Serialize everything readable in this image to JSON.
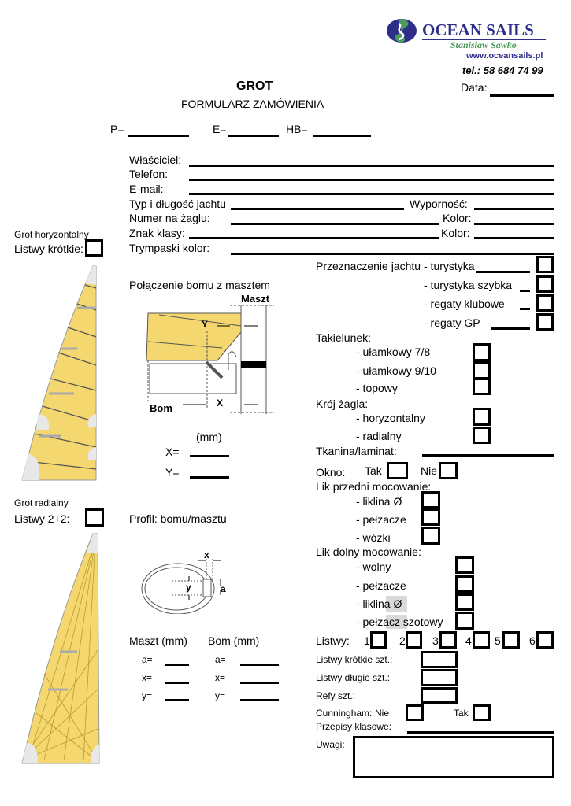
{
  "header": {
    "logo_text": "OCEAN SAILS",
    "logo_subtitle": "Stanisław Sawko",
    "website": "www.oceansails.pl",
    "phone": "tel.: 58  684 74 99",
    "date_label": "Data:",
    "title": "GROT",
    "subtitle": "FORMULARZ ZAMÓWIENIA",
    "colors": {
      "brand_blue": "#2e2e8a",
      "brand_green": "#4a9a5a"
    }
  },
  "dims": {
    "p": "P=",
    "e": "E=",
    "hb": "HB="
  },
  "owner": {
    "owner": "Właściciel:",
    "phone": "Telefon:",
    "email": "E-mail:",
    "yacht_type": "Typ i długość jachtu",
    "displacement": "Wyporność:",
    "sail_number": "Numer na żaglu:",
    "color1": "Kolor:",
    "class_sign": "Znak klasy:",
    "color2": "Kolor:",
    "trim": "Trympaski kolor:"
  },
  "left": {
    "horizontal_title": "Grot horyzontalny",
    "short_battens": "Listwy krótkie:",
    "radial_title": "Grot radialny",
    "battens_22": "Listwy 2+2:"
  },
  "middle": {
    "boom_mast": "Połączenie bomu z masztem",
    "maszt": "Maszt",
    "bom": "Bom",
    "y_lbl": "Y",
    "x_lbl": "X",
    "mm": "(mm)",
    "x_eq": "X=",
    "y_eq": "Y=",
    "profile": "Profil: bomu/masztu",
    "p_x": "x",
    "p_y": "y",
    "p_a": "a",
    "mast_mm": "Maszt (mm)",
    "boom_mm": "Bom (mm)",
    "a": "a=",
    "x": "x=",
    "y": "y="
  },
  "purpose": {
    "label": "Przeznaczenie jachtu",
    "items": [
      "- turystyka",
      "- turystyka szybka",
      "- regaty klubowe",
      "- regaty GP"
    ]
  },
  "rigging": {
    "label": "Takielunek:",
    "items": [
      "- ułamkowy 7/8",
      "- ułamkowy 9/10",
      "- topowy"
    ]
  },
  "cut": {
    "label": "Krój żagla:",
    "items": [
      "- horyzontalny",
      "- radialny"
    ]
  },
  "cloth": {
    "label": "Tkanina/laminat:"
  },
  "window": {
    "label": "Okno:",
    "yes": "Tak",
    "no": "Nie"
  },
  "luff": {
    "label": "Lik przedni mocowanie:",
    "items": [
      "- liklina Ø",
      "- pełzacze",
      "- wózki"
    ]
  },
  "foot": {
    "label": "Lik dolny mocowanie:",
    "items": [
      "- wolny",
      "- pełzacze",
      "- liklina Ø",
      "- pełzacz szotowy"
    ]
  },
  "battens": {
    "label": "Listwy:",
    "numbers": [
      "1",
      "2",
      "3",
      "4",
      "5",
      "6"
    ],
    "short": "Listwy krótkie szt.:",
    "long": "Listwy długie szt.:",
    "reefs": "Refy szt.:"
  },
  "cunningham": {
    "label": "Cunningham:",
    "no": "Nie",
    "yes": "Tak"
  },
  "class_rules": "Przepisy klasowe:",
  "notes": "Uwagi:"
}
